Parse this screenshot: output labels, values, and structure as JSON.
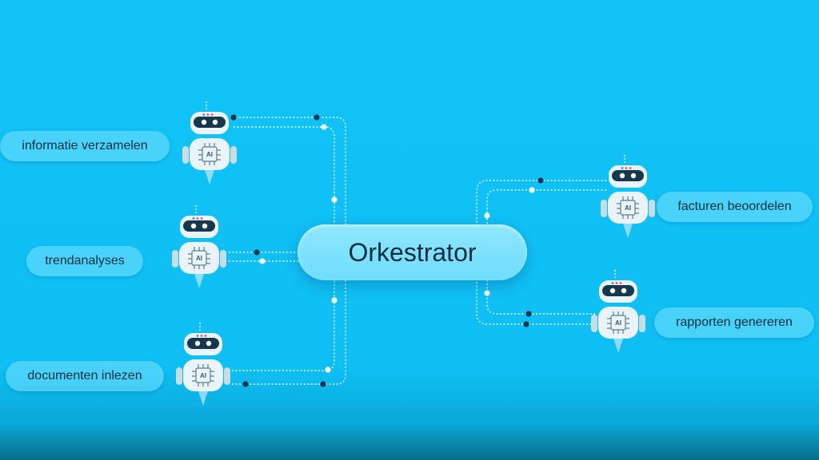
{
  "center": {
    "label": "Orkestrator"
  },
  "agents": [
    {
      "label": "informatie verzamelen"
    },
    {
      "label": "trendanalyses"
    },
    {
      "label": "documenten inlezen"
    },
    {
      "label": "facturen beoordelen"
    },
    {
      "label": "rapporten genereren"
    }
  ],
  "robot_badge": "AI",
  "colors": {
    "background": "#12c3f7",
    "connector_line": "#ffffff",
    "node_dark": "#12354a",
    "robot_body": "#e9f3f8",
    "robot_visor": "#16384d"
  },
  "icons": [
    "robot-agent-icon",
    "chip-icon"
  ]
}
